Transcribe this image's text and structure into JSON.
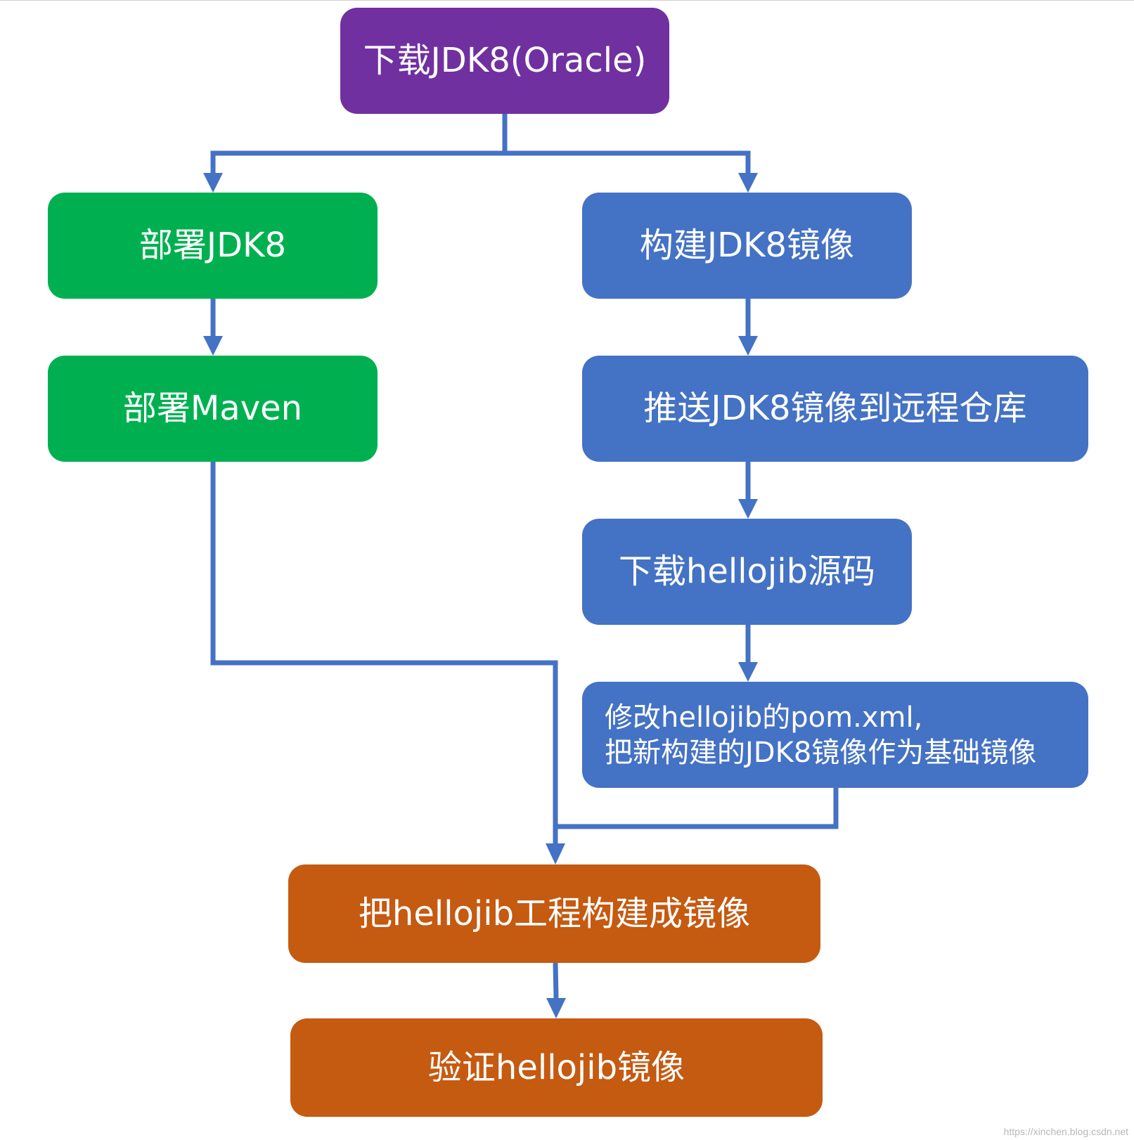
{
  "nodes": {
    "download_jdk": "下载JDK8(Oracle)",
    "deploy_jdk": "部署JDK8",
    "build_image": "构建JDK8镜像",
    "deploy_maven": "部署Maven",
    "push_image": "推送JDK8镜像到远程仓库",
    "download_src": "下载hellojib源码",
    "modify_pom_line1": "修改hellojib的pom.xml,",
    "modify_pom_line2": "把新构建的JDK8镜像作为基础镜像",
    "build_project": "把hellojib工程构建成镜像",
    "verify": "验证hellojib镜像"
  },
  "watermark": "https://xinchen.blog.csdn.net",
  "colors": {
    "purple": "#7030a0",
    "green": "#00b050",
    "blue": "#4472c4",
    "orange": "#c55a11",
    "connector": "#4472c4"
  }
}
